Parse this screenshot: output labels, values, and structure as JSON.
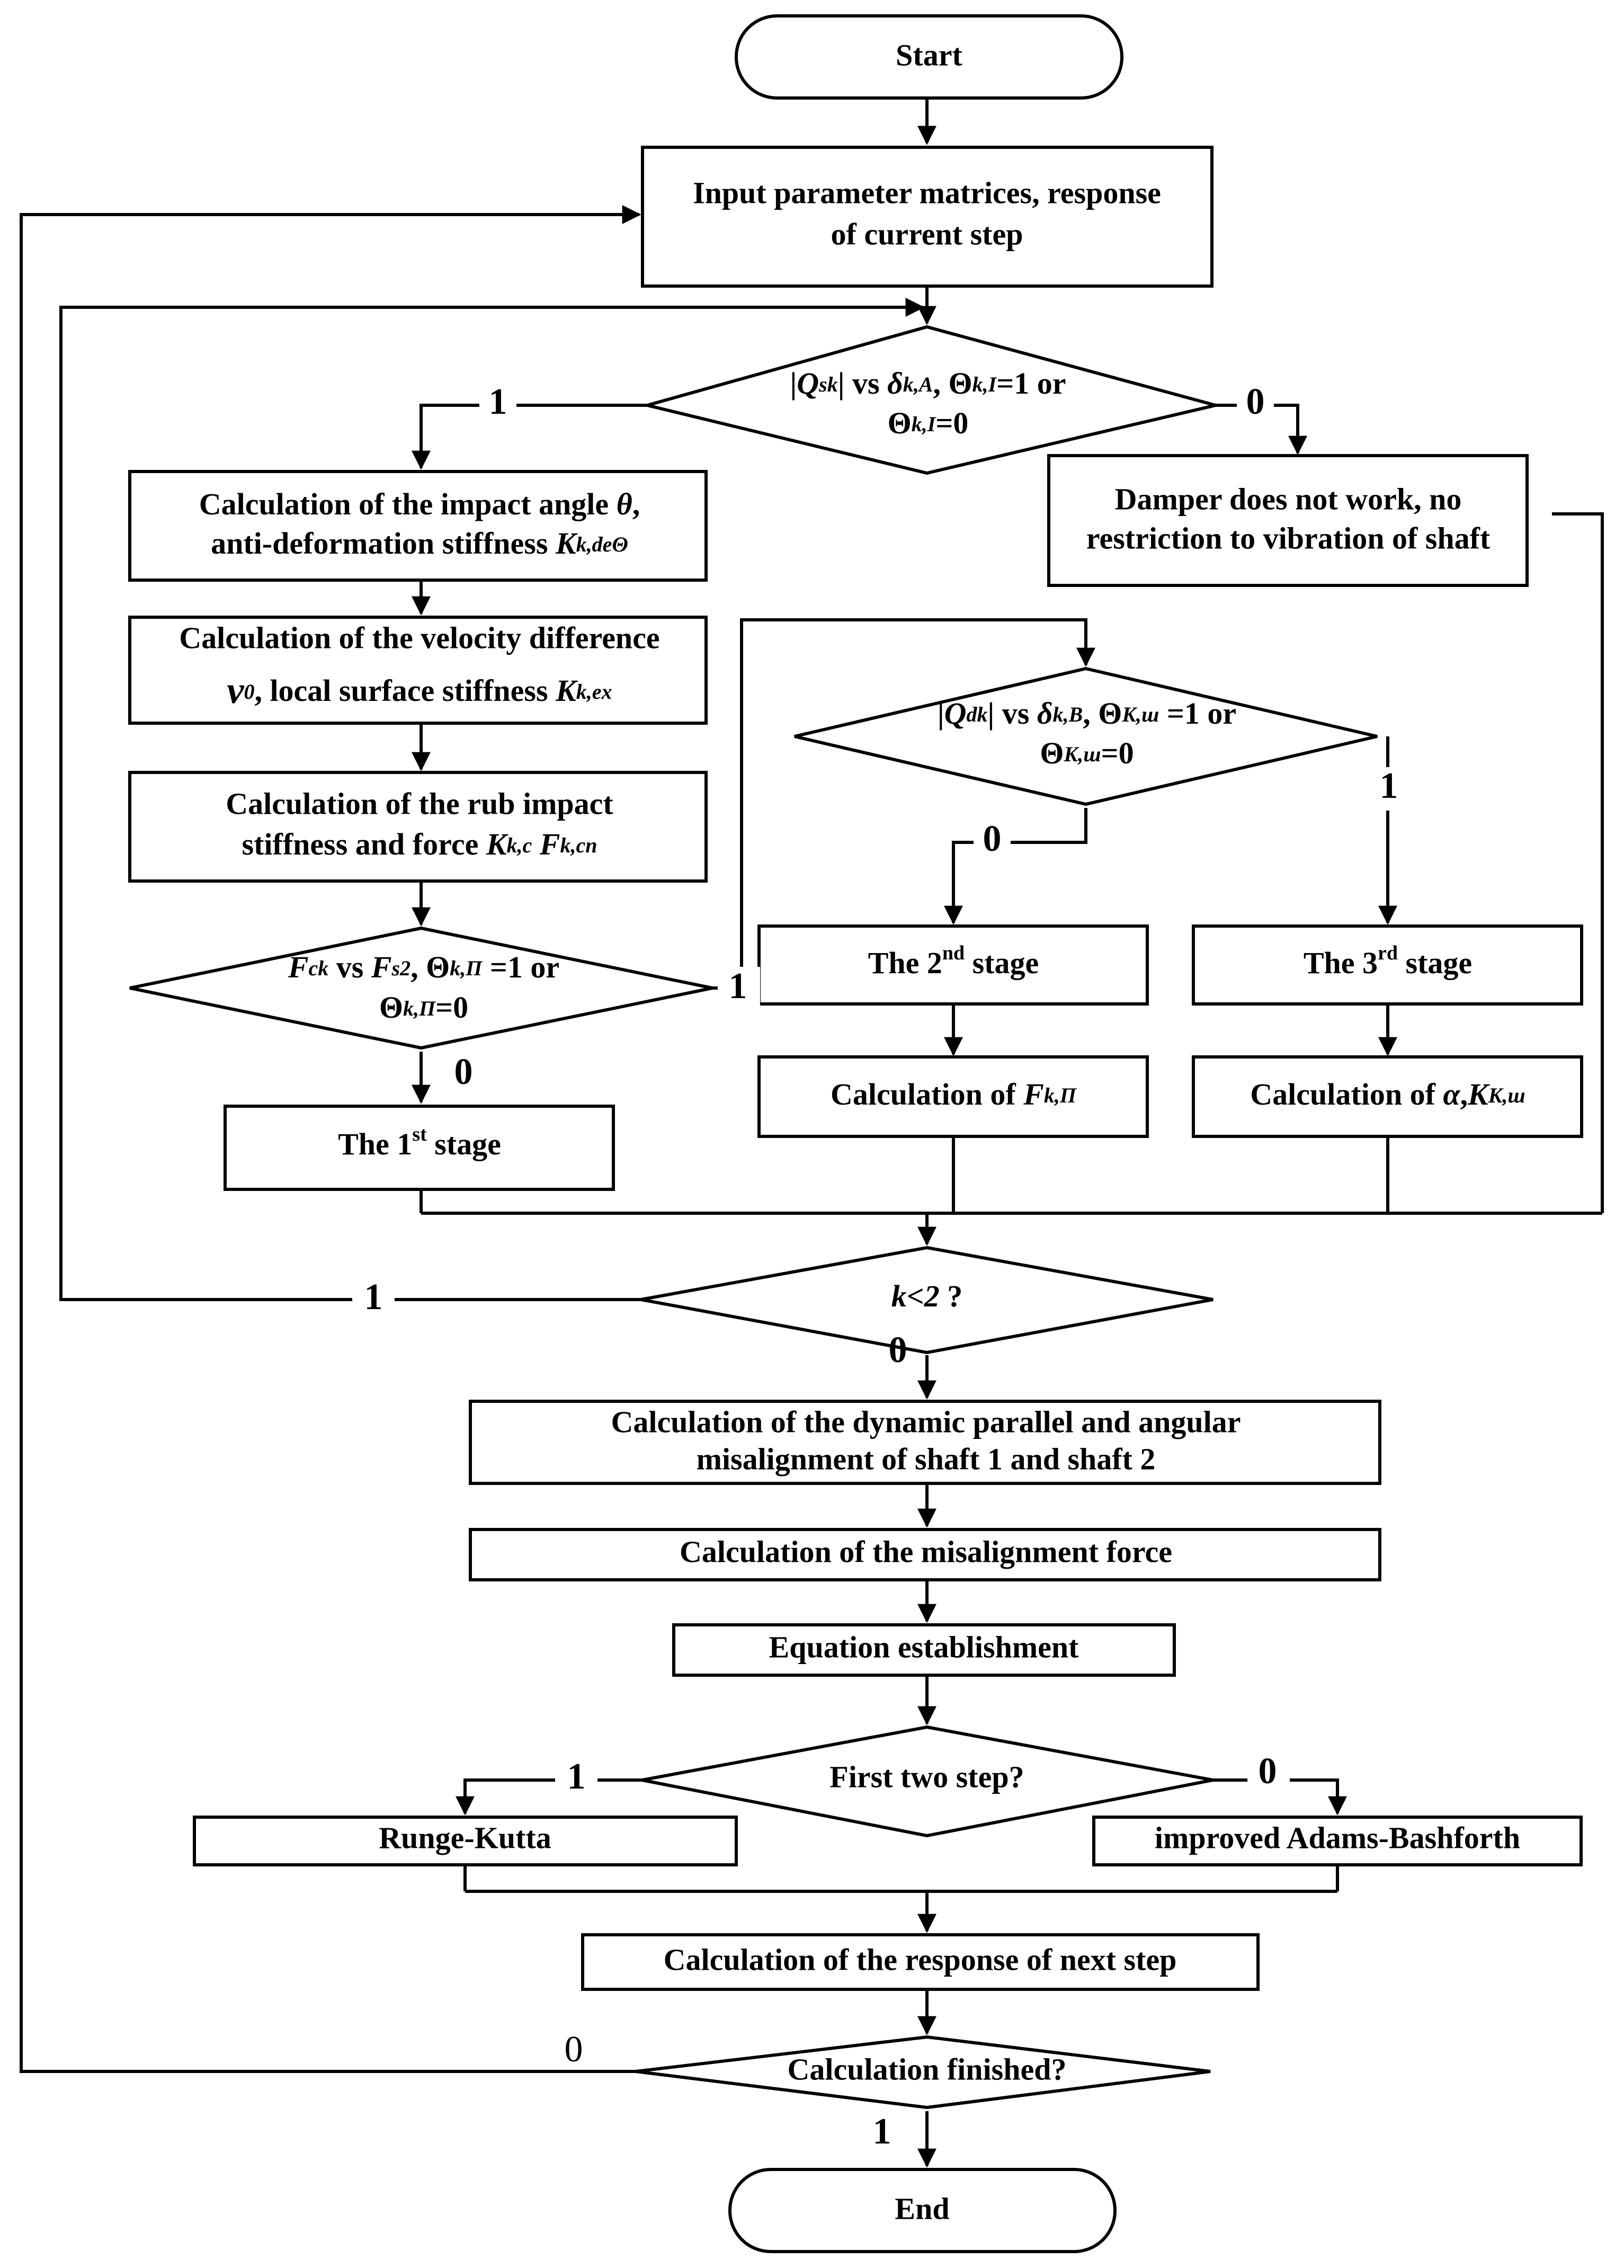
{
  "nodes": {
    "start": "Start",
    "input": [
      "Input parameter matrices, response",
      "of current step"
    ],
    "d1": {
      "a": "|",
      "q": "Q",
      "qs": "sk",
      "b": "| vs ",
      "d": "δ",
      "ds": "k,A",
      "c": ", Θ",
      "ts": "k,I",
      "e": "=1 or",
      "f": "Θ",
      "fs": "k,I",
      "g": "=0"
    },
    "damper": [
      "Damper does not work, no",
      "restriction to vibration of shaft"
    ],
    "calc_angle": {
      "l1": "Calculation of the impact angle ",
      "theta": "θ",
      "l1e": ",",
      "l2": "anti-deformation stiffness ",
      "k": "K",
      "ks": "k,deΘ"
    },
    "calc_velocity": {
      "l1": "Calculation of the velocity difference",
      "v": "v",
      "vs": "0",
      "l2": ", local surface stiffness ",
      "k": "K",
      "ks": "k,ex"
    },
    "calc_rub": {
      "l1": "Calculation of the rub impact",
      "l2": "stiffness and force ",
      "k": "K",
      "ks": "k,c",
      "f": " F",
      "fs": "k,cn"
    },
    "d2": {
      "f": "F",
      "fs": "ck",
      "a": " vs ",
      "f2": "F",
      "f2s": "s2",
      "b": ", Θ",
      "bs": "k,П",
      "c": " =1 or",
      "d": "Θ",
      "ds": "k,П",
      "e": "=0"
    },
    "d3": {
      "a": "|",
      "q": "Q",
      "qs": "dk",
      "b": "| vs ",
      "d": "δ",
      "ds": "k,B",
      "c": ", Θ",
      "cs": "K,ш",
      "e": " =1 or",
      "f": "Θ",
      "fs": "K,ш",
      "g": "=0"
    },
    "stage1": {
      "a": "The 1",
      "sup": "st",
      "b": " stage"
    },
    "stage2": {
      "a": "The 2",
      "sup": "nd",
      "b": "  stage"
    },
    "stage3": {
      "a": "The 3",
      "sup": "rd",
      "b": " stage"
    },
    "calc_f": {
      "a": "Calculation of ",
      "f": "F",
      "fs": "k,П"
    },
    "calc_alpha": {
      "a": "Calculation of ",
      "alpha": "α",
      "b": ",",
      "k": "K",
      "ks": "K,ш"
    },
    "d4": {
      "a": "k<2",
      "b": " ?"
    },
    "calc_misalign": [
      "Calculation of the dynamic parallel and angular",
      "misalignment  of shaft 1 and shaft 2"
    ],
    "calc_force": "Calculation of the misalignment force",
    "equation": "Equation establishment",
    "d5": "First two step?",
    "runge": "Runge-Kutta",
    "adams": "improved Adams-Bashforth",
    "calc_response": "Calculation of the response of next step",
    "d6": "Calculation finished?",
    "end": "End"
  },
  "edge_labels": {
    "d1_yes": "1",
    "d1_no": "0",
    "d2_yes": "1",
    "d2_no": "0",
    "d3_yes": "1",
    "d3_no": "0",
    "d4_yes": "1",
    "d4_no": "0",
    "d5_yes": "1",
    "d5_no": "0",
    "d6_no": "0",
    "d6_yes": "1"
  }
}
